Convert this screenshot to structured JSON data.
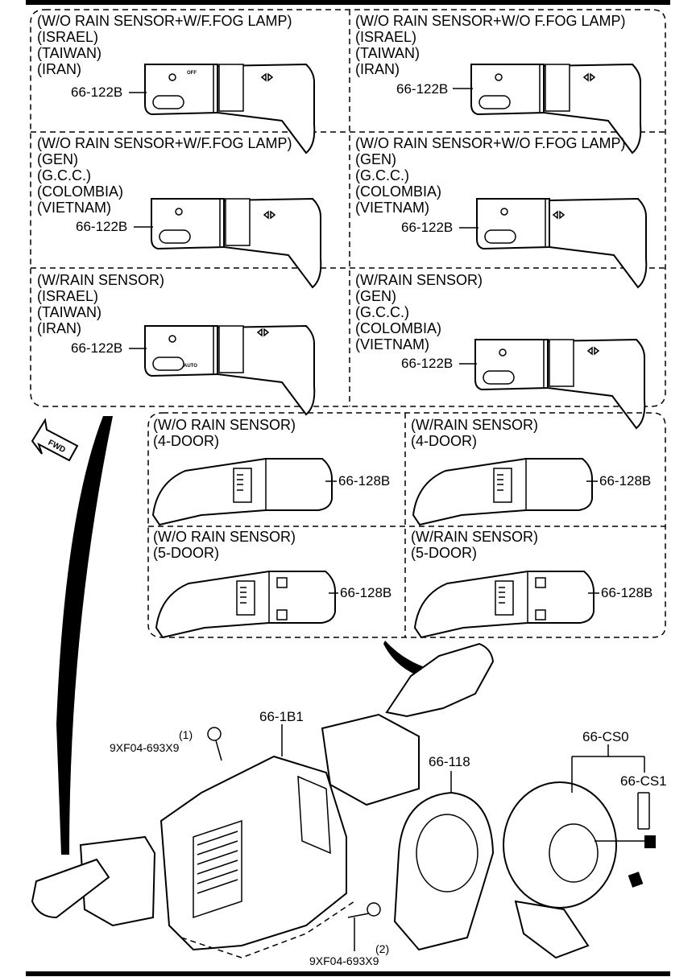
{
  "top_panels": [
    {
      "lines": [
        "(W/O RAIN SENSOR+W/F.FOG LAMP)",
        "(ISRAEL)",
        "(TAIWAN)",
        "(IRAN)"
      ],
      "part": "66-122B"
    },
    {
      "lines": [
        "(W/O RAIN SENSOR+W/O F.FOG LAMP)",
        "(ISRAEL)",
        "(TAIWAN)",
        "(IRAN)"
      ],
      "part": "66-122B"
    },
    {
      "lines": [
        "(W/O RAIN SENSOR+W/F.FOG LAMP)",
        "(GEN)",
        "(G.C.C.)",
        "(COLOMBIA)",
        "(VIETNAM)"
      ],
      "part": "66-122B"
    },
    {
      "lines": [
        "(W/O RAIN SENSOR+W/O F.FOG LAMP)",
        "(GEN)",
        "(G.C.C.)",
        "(COLOMBIA)",
        "(VIETNAM)"
      ],
      "part": "66-122B"
    },
    {
      "lines": [
        "(W/RAIN SENSOR)",
        "(ISRAEL)",
        "(TAIWAN)",
        "(IRAN)"
      ],
      "part": "66-122B"
    },
    {
      "lines": [
        "(W/RAIN SENSOR)",
        "(GEN)",
        "(G.C.C.)",
        "(COLOMBIA)",
        "(VIETNAM)"
      ],
      "part": "66-122B"
    }
  ],
  "wiper_panels": [
    {
      "lines": [
        "(W/O RAIN SENSOR)",
        "(4-DOOR)"
      ],
      "part": "66-128B"
    },
    {
      "lines": [
        "(W/RAIN SENSOR)",
        "(4-DOOR)"
      ],
      "part": "66-128B"
    },
    {
      "lines": [
        "(W/O RAIN SENSOR)",
        "(5-DOOR)"
      ],
      "part": "66-128B"
    },
    {
      "lines": [
        "(W/RAIN SENSOR)",
        "(5-DOOR)"
      ],
      "part": "66-128B"
    }
  ],
  "fwd_label": "FWD",
  "switch_text": {
    "off": "OFF",
    "auto": "AUTO"
  },
  "assembly": {
    "combo_switch": "66-1B1",
    "clock_spring_cover": "66-118",
    "clock_spring": "66-CS0",
    "clock_spring_part": "66-CS1",
    "screw_1_index": "(1)",
    "screw_1_part": "9XF04-693X9",
    "screw_2_index": "(2)",
    "screw_2_part": "9XF04-693X9"
  }
}
